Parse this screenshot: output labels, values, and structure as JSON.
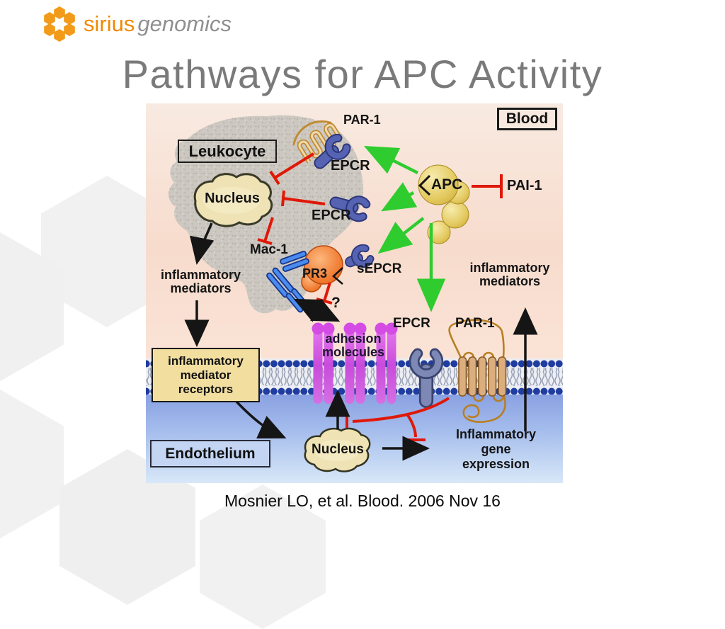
{
  "slide": {
    "title": "Pathways for APC Activity",
    "citation": "Mosnier LO, et al. Blood. 2006 Nov 16"
  },
  "logo": {
    "brand_primary": "sirius",
    "brand_secondary": "genomics"
  },
  "diagram": {
    "boxes": {
      "blood": "Blood",
      "leukocyte": "Leukocyte",
      "endothelium": "Endothelium",
      "receptor_box_lines": [
        "inflammatory",
        "mediator",
        "receptors"
      ]
    },
    "labels": {
      "par1_top": "PAR-1",
      "epcr_top": "EPCR",
      "nucleus_leukocyte": "Nucleus",
      "epcr_mid": "EPCR",
      "mac1": "Mac-1",
      "pr3": "PR3",
      "sepcr": "sEPCR",
      "question_mark": "?",
      "apc": "APC",
      "pai1": "PAI-1",
      "mediators_left_lines": [
        "inflammatory",
        "mediators"
      ],
      "adhesion_lines": [
        "adhesion",
        "molecules"
      ],
      "epcr_membrane": "EPCR",
      "par1_membrane": "PAR-1",
      "mediators_right_lines": [
        "inflammatory",
        "mediators"
      ],
      "gene_expression_lines": [
        "Inflammatory",
        "gene",
        "expression"
      ],
      "nucleus_endothelium": "Nucleus"
    },
    "colors": {
      "accent_orange": "#F29A1A",
      "title_gray": "#7A7A7A",
      "inhibition_red": "#E01808",
      "activation_green": "#2FCC30",
      "membrane_navy": "#1F3CA0",
      "apc_gold": "#E3C95F",
      "adhesion_magenta": "#C94BDB",
      "leukocyte_gray": "#CCC8C1",
      "nucleus_tan": "#EFE3B6",
      "endothelium_blue": "#7289D8",
      "blood_peach": "#F7DCCD",
      "receptor_blue": "#5563B2",
      "par1_tan": "#C8913C",
      "pr3_orange": "#F0792F",
      "integrin_blue": "#4A8CEE"
    }
  }
}
